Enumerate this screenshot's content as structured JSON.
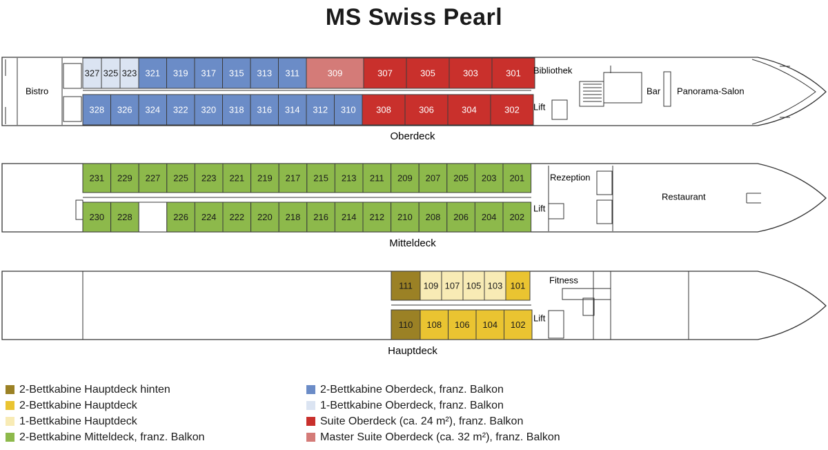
{
  "title": "MS Swiss Pearl",
  "colors": {
    "suite": "#c9302c",
    "master_suite": "#d47b78",
    "blue_double": "#6b8cc7",
    "blue_single": "#dbe4f2",
    "green_double": "#8db94b",
    "yellow_double": "#eac431",
    "yellow_single": "#f8ebb5",
    "brown_double": "#9b8125"
  },
  "decks": {
    "oberdeck": {
      "name": "Oberdeck",
      "rooms": {
        "bistro": "Bistro",
        "bibliothek": "Bibliothek",
        "lift": "Lift",
        "bar": "Bar",
        "panorama": "Panorama-Salon"
      },
      "top_row": [
        {
          "n": "327",
          "t": "blue_single"
        },
        {
          "n": "325",
          "t": "blue_single"
        },
        {
          "n": "323",
          "t": "blue_single"
        },
        {
          "n": "321",
          "t": "blue_double"
        },
        {
          "n": "319",
          "t": "blue_double"
        },
        {
          "n": "317",
          "t": "blue_double"
        },
        {
          "n": "315",
          "t": "blue_double"
        },
        {
          "n": "313",
          "t": "blue_double"
        },
        {
          "n": "311",
          "t": "blue_double"
        },
        {
          "n": "309",
          "t": "master_suite"
        },
        {
          "n": "307",
          "t": "suite"
        },
        {
          "n": "305",
          "t": "suite"
        },
        {
          "n": "303",
          "t": "suite"
        },
        {
          "n": "301",
          "t": "suite"
        }
      ],
      "bottom_row": [
        {
          "n": "328",
          "t": "blue_double"
        },
        {
          "n": "326",
          "t": "blue_double"
        },
        {
          "n": "324",
          "t": "blue_double"
        },
        {
          "n": "322",
          "t": "blue_double"
        },
        {
          "n": "320",
          "t": "blue_double"
        },
        {
          "n": "318",
          "t": "blue_double"
        },
        {
          "n": "316",
          "t": "blue_double"
        },
        {
          "n": "314",
          "t": "blue_double"
        },
        {
          "n": "312",
          "t": "blue_double"
        },
        {
          "n": "310",
          "t": "blue_double"
        },
        {
          "n": "308",
          "t": "suite"
        },
        {
          "n": "306",
          "t": "suite"
        },
        {
          "n": "304",
          "t": "suite"
        },
        {
          "n": "302",
          "t": "suite"
        }
      ]
    },
    "mitteldeck": {
      "name": "Mitteldeck",
      "rooms": {
        "rezeption": "Rezeption",
        "lift": "Lift",
        "restaurant": "Restaurant"
      },
      "top_row": [
        "231",
        "229",
        "227",
        "225",
        "223",
        "221",
        "219",
        "217",
        "215",
        "213",
        "211",
        "209",
        "207",
        "205",
        "203",
        "201"
      ],
      "bottom_row": [
        "230",
        "228",
        "",
        "226",
        "224",
        "222",
        "220",
        "218",
        "216",
        "214",
        "212",
        "210",
        "208",
        "206",
        "204",
        "202"
      ]
    },
    "hauptdeck": {
      "name": "Hauptdeck",
      "rooms": {
        "fitness": "Fitness",
        "lift": "Lift"
      },
      "top_row": [
        {
          "n": "111",
          "t": "brown_double"
        },
        {
          "n": "109",
          "t": "yellow_single"
        },
        {
          "n": "107",
          "t": "yellow_single"
        },
        {
          "n": "105",
          "t": "yellow_single"
        },
        {
          "n": "103",
          "t": "yellow_single"
        },
        {
          "n": "101",
          "t": "yellow_double"
        }
      ],
      "bottom_row": [
        {
          "n": "110",
          "t": "brown_double"
        },
        {
          "n": "108",
          "t": "yellow_double"
        },
        {
          "n": "106",
          "t": "yellow_double"
        },
        {
          "n": "104",
          "t": "yellow_double"
        },
        {
          "n": "102",
          "t": "yellow_double"
        }
      ]
    }
  },
  "legend": {
    "left": [
      {
        "label": "2-Bettkabine Hauptdeck hinten",
        "color": "#9b8125"
      },
      {
        "label": "2-Bettkabine Hauptdeck",
        "color": "#eac431"
      },
      {
        "label": "1-Bettkabine Hauptdeck",
        "color": "#f8ebb5"
      },
      {
        "label": "2-Bettkabine Mitteldeck, franz. Balkon",
        "color": "#8db94b"
      }
    ],
    "right": [
      {
        "label": "2-Bettkabine Oberdeck, franz. Balkon",
        "color": "#6b8cc7"
      },
      {
        "label": "1-Bettkabine Oberdeck, franz. Balkon",
        "color": "#dbe4f2"
      },
      {
        "label": "Suite Oberdeck (ca. 24 m²), franz. Balkon",
        "color": "#c9302c"
      },
      {
        "label": "Master Suite Oberdeck (ca. 32 m²), franz. Balkon",
        "color": "#d47b78"
      }
    ]
  }
}
